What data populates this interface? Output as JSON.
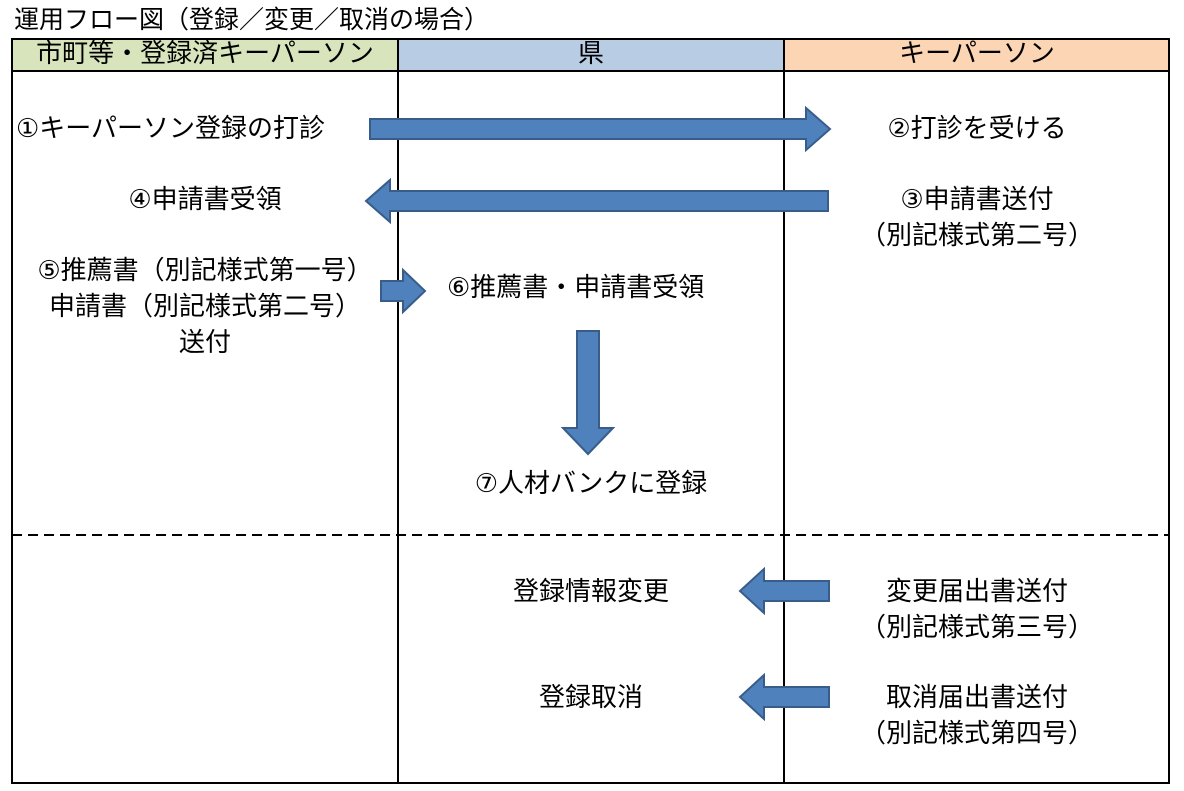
{
  "title": "運用フロー図（登録／変更／取消の場合）",
  "lanes": [
    {
      "label": "市町等・登録済キーパーソン",
      "color": "#d8e4bc"
    },
    {
      "label": "県",
      "color": "#b8cce4"
    },
    {
      "label": "キーパーソン",
      "color": "#fcd5b4"
    }
  ],
  "colors": {
    "arrow_fill": "#4f81bd",
    "arrow_stroke": "#385d8a"
  },
  "steps": {
    "s1": "①キーパーソン登録の打診",
    "s2": "②打診を受ける",
    "s3_line1": "③申請書送付",
    "s3_line2": "（別記様式第二号）",
    "s4": "④申請書受領",
    "s5_line1": "⑤推薦書（別記様式第一号）",
    "s5_line2": "申請書（別記様式第二号）",
    "s5_line3": "送付",
    "s6": "⑥推薦書・申請書受領",
    "s7": "⑦人材バンクに登録"
  },
  "changes": {
    "change_send_line1": "変更届出書送付",
    "change_send_line2": "（別記様式第三号）",
    "change_result": "登録情報変更",
    "cancel_send_line1": "取消届出書送付",
    "cancel_send_line2": "（別記様式第四号）",
    "cancel_result": "登録取消"
  }
}
